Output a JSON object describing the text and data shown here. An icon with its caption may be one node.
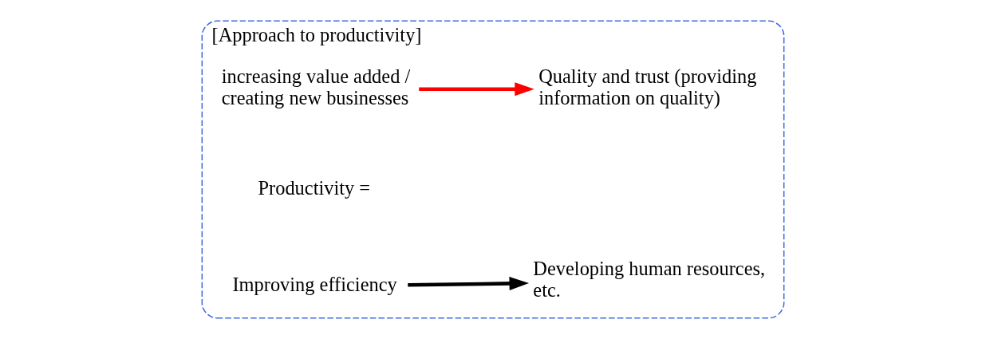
{
  "diagram": {
    "nodes": [
      {
        "text": [
          "[Approach to productivity]"
        ]
      },
      {
        "text": [
          "increasing value added / creating new businesses"
        ],
        "in": 0
      },
      {
        "text": [
          "Quality and trust (providing information on quality)"
        ],
        "in": 0
      },
      {
        "text": [
          "Productivity ="
        ],
        "in": 0
      },
      {
        "text": [
          "Improving efficiency"
        ],
        "in": 0
      },
      {
        "text": [
          "Developing human resources, etc."
        ],
        "in": 0
      }
    ],
    "edges": [
      {
        "from": 1,
        "to": 2,
        "arrow": "to",
        "color": "#ff0000"
      },
      {
        "from": 4,
        "to": 5,
        "arrow": "to",
        "color": "#000000"
      }
    ]
  }
}
